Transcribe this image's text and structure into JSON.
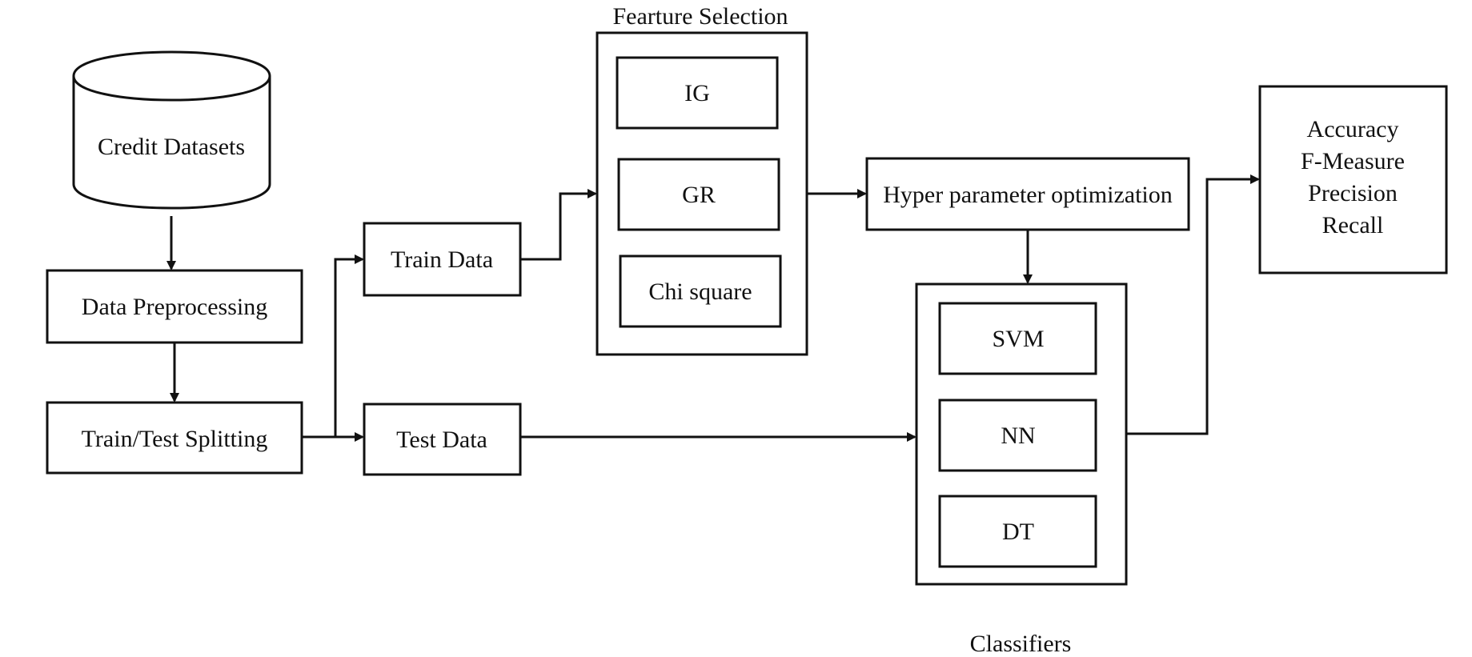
{
  "diagram": {
    "credit_datasets": "Credit Datasets",
    "data_preprocessing": "Data Preprocessing",
    "train_test_splitting": "Train/Test Splitting",
    "train_data": "Train Data",
    "test_data": "Test Data",
    "feature_selection": {
      "title": "Fearture Selection",
      "methods": [
        "IG",
        "GR",
        "Chi square"
      ]
    },
    "hyper_parameter_optimization": "Hyper parameter optimization",
    "classifiers": {
      "title": "Classifiers",
      "models": [
        "SVM",
        "NN",
        "DT"
      ]
    },
    "metrics": [
      "Accuracy",
      "F-Measure",
      "Precision",
      "Recall"
    ]
  }
}
